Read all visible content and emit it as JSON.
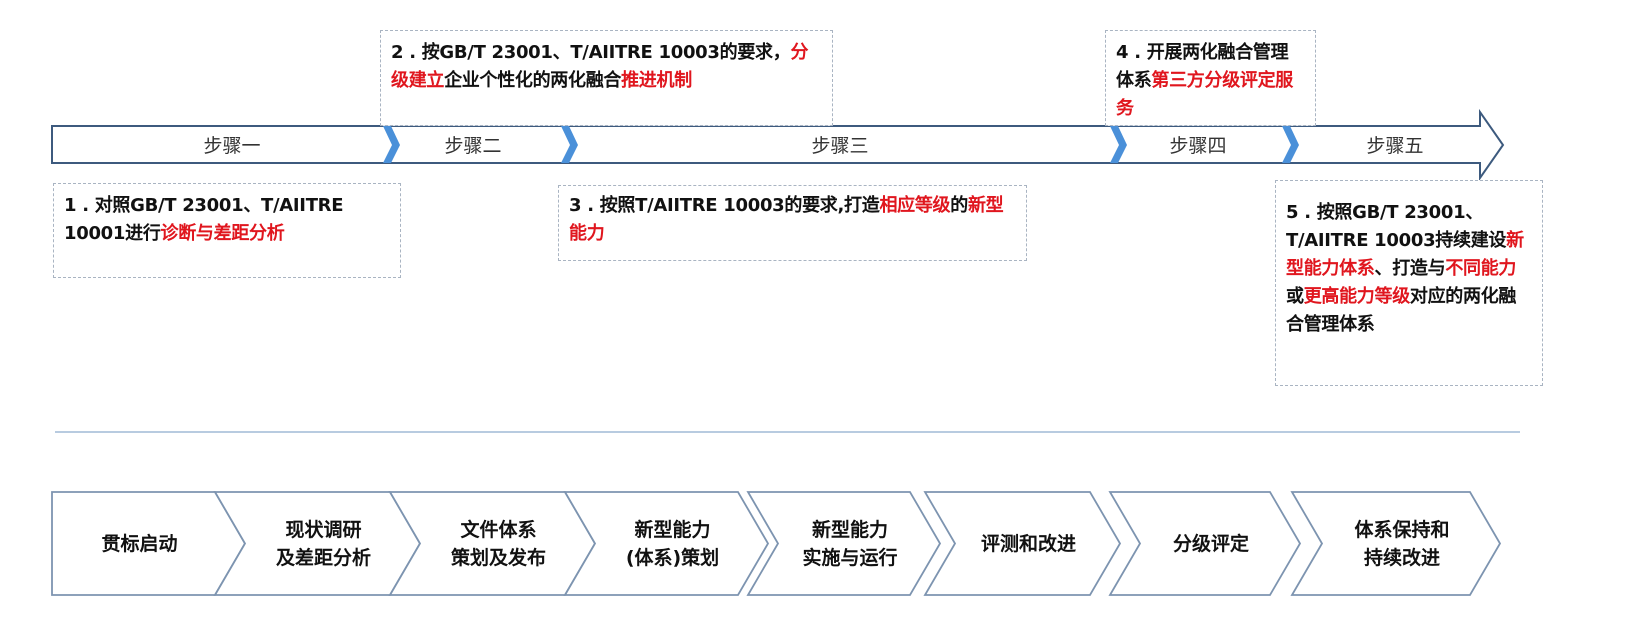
{
  "timeline": {
    "steps": [
      "步骤一",
      "步骤二",
      "步骤三",
      "步骤四",
      "步骤五"
    ],
    "colors": {
      "arrow_outline": "#3d5a7e",
      "chevron": "#4a90d9",
      "note_border": "#a9b4c2",
      "highlight": "#e0161e",
      "divider": "#b8cbe0"
    }
  },
  "notes": [
    {
      "segments": [
        {
          "text": "1 . 对照GB/T 23001、T/AIITRE 10001进行",
          "red": false
        },
        {
          "text": "诊断与差距分析",
          "red": true
        }
      ]
    },
    {
      "segments": [
        {
          "text": "2 . 按GB/T 23001、T/AIITRE 10003的要求，",
          "red": false
        },
        {
          "text": "分级建立",
          "red": true
        },
        {
          "text": "企业个性化的两化融合",
          "red": false
        },
        {
          "text": "推进机制",
          "red": true
        }
      ]
    },
    {
      "segments": [
        {
          "text": "3 . 按照T/AIITRE 10003的要求,打造",
          "red": false
        },
        {
          "text": "相应等级",
          "red": true
        },
        {
          "text": "的",
          "red": false
        },
        {
          "text": "新型能力",
          "red": true
        }
      ]
    },
    {
      "segments": [
        {
          "text": "4 . 开展两化融合管理体系",
          "red": false
        },
        {
          "text": "第三方分级评定服务",
          "red": true
        }
      ]
    },
    {
      "segments": [
        {
          "text": "5 . 按照GB/T 23001、T/AIITRE 10003持续建设",
          "red": false
        },
        {
          "text": "新型能力体系",
          "red": true
        },
        {
          "text": "、打造与",
          "red": false
        },
        {
          "text": "不同能力",
          "red": true
        },
        {
          "text": "或",
          "red": false
        },
        {
          "text": "更高能力等级",
          "red": true
        },
        {
          "text": "对应的两化融合管理体系",
          "red": false
        }
      ]
    }
  ],
  "flow": [
    "贯标启动",
    "现状调研\n及差距分析",
    "文件体系\n策划及发布",
    "新型能力\n(体系)策划",
    "新型能力\n实施与运行",
    "评测和改进",
    "分级评定",
    "体系保持和\n持续改进"
  ]
}
